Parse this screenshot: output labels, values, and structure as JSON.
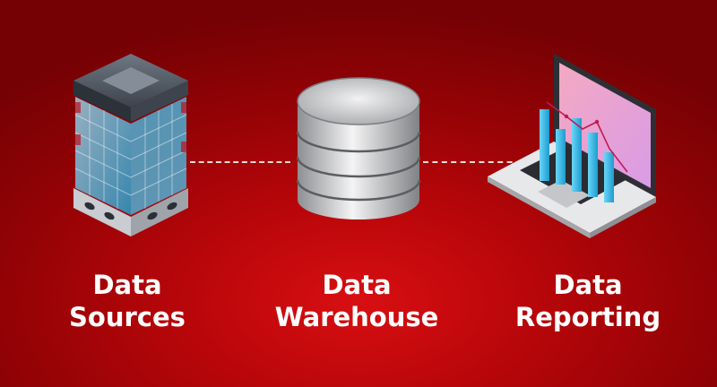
{
  "nodes": [
    {
      "line1": "Data",
      "line2": "Sources",
      "icon": "server-icon"
    },
    {
      "line1": "Data",
      "line2": "Warehouse",
      "icon": "database-icon"
    },
    {
      "line1": "Data",
      "line2": "Reporting",
      "icon": "laptop-chart-icon"
    }
  ],
  "colors": {
    "background": "#a00407",
    "text": "#ffffff",
    "connector": "#ffffff",
    "server_glow": "#5fd6ff",
    "chart_bars": "#2fb5e6",
    "screen": "#f2a6c8"
  }
}
